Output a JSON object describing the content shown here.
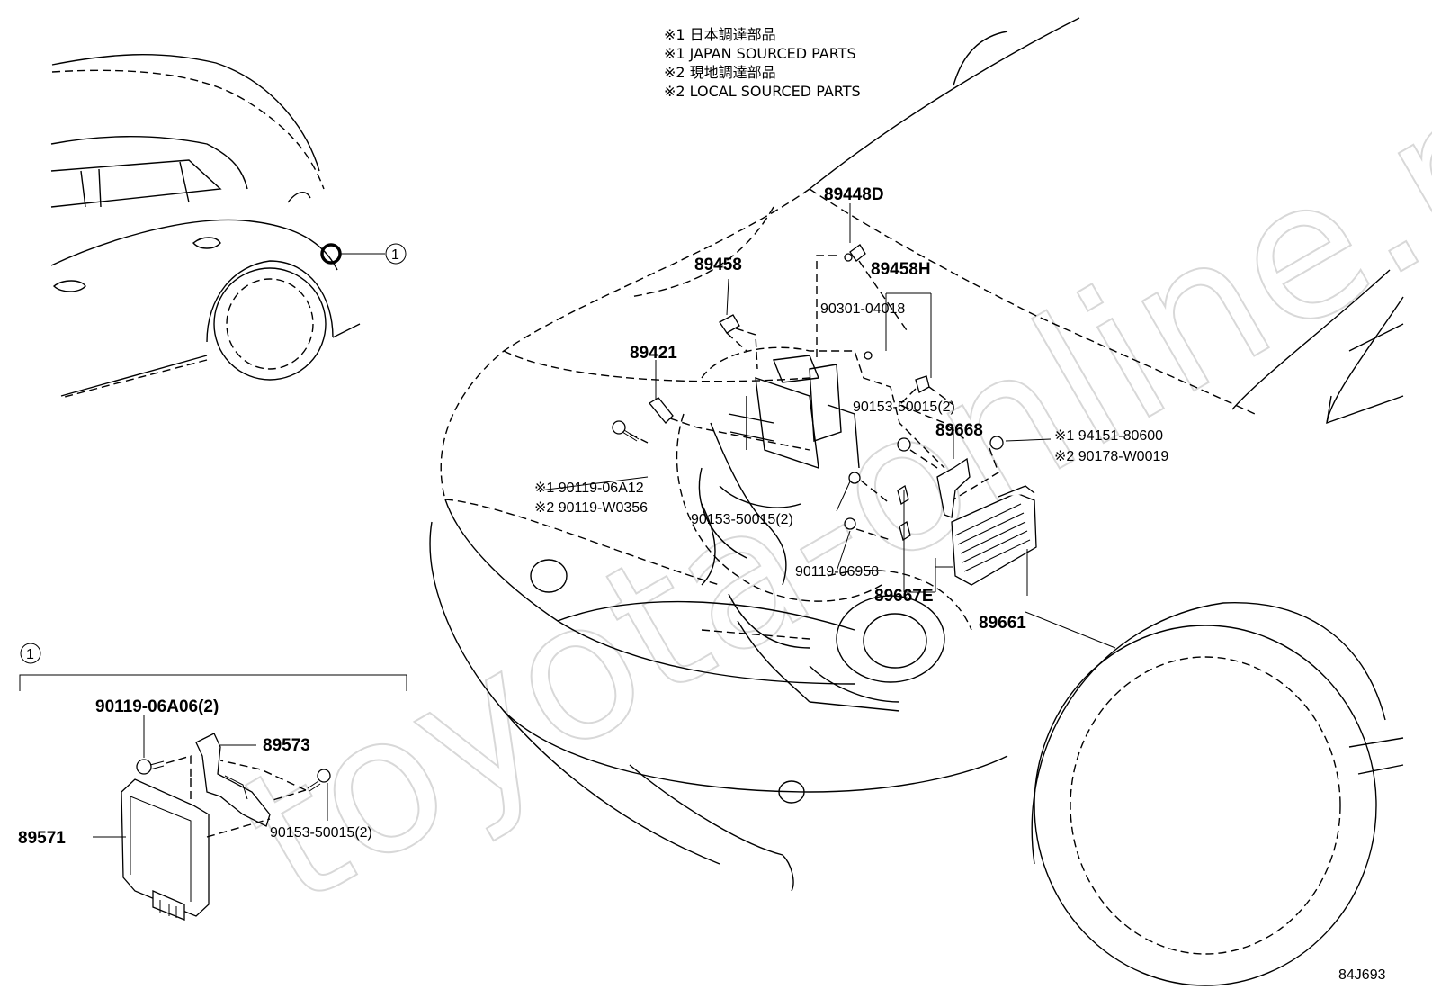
{
  "notes": [
    "※1 日本調達部品",
    "※1 JAPAN SOURCED PARTS",
    "※2 現地調達部品",
    "※2 LOCAL SOURCED PARTS"
  ],
  "callout_marker": "1",
  "labels": {
    "p89448D": "89448D",
    "p89458": "89458",
    "p89458H": "89458H",
    "p90301": "90301-04018",
    "p89421": "89421",
    "p90153_a": "90153-50015(2)",
    "p89668": "89668",
    "p94151": "※1 94151-80600",
    "p90178": "※2 90178-W0019",
    "p90119_06A12": "※1 90119-06A12",
    "p90119_W0356": "※2 90119-W0356",
    "p90153_b": "90153-50015(2)",
    "p90119_06958": "90119-06958",
    "p89667E": "89667E",
    "p89661": "89661",
    "p90119_06A06": "90119-06A06(2)",
    "p89573": "89573",
    "p89571": "89571",
    "p90153_c": "90153-50015(2)"
  },
  "watermark": "toyota-online.ru",
  "diagram_code": "84J693"
}
